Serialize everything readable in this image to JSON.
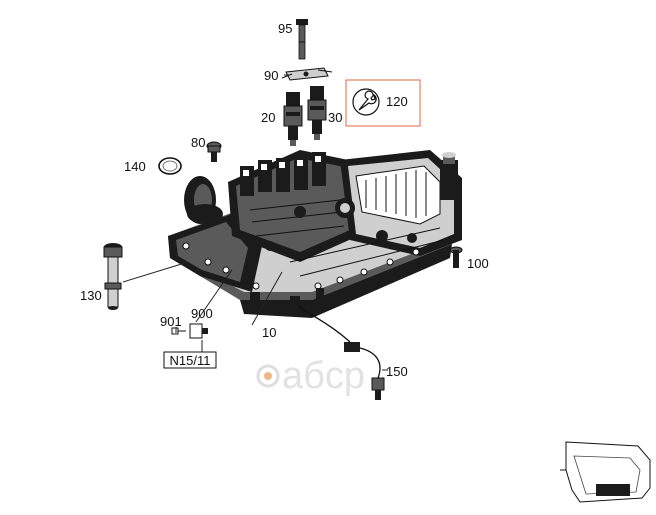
{
  "callouts": {
    "p95": "95",
    "p90": "90",
    "p20": "20",
    "p30": "30",
    "p120": "120",
    "p80": "80",
    "p140": "140",
    "p100": "100",
    "p130": "130",
    "p901": "901",
    "p900": "900",
    "p10": "10",
    "p150": "150",
    "connector_ref": "N15/11"
  },
  "watermark": "aбcp",
  "colors": {
    "highlight_box": "#e8896e",
    "watermark": "#dedede",
    "brand_dot": "#e07a1e"
  },
  "icons": {
    "service_tool": "wrench-icon",
    "vehicle_thumb": "transmission-thumbnail-icon"
  }
}
